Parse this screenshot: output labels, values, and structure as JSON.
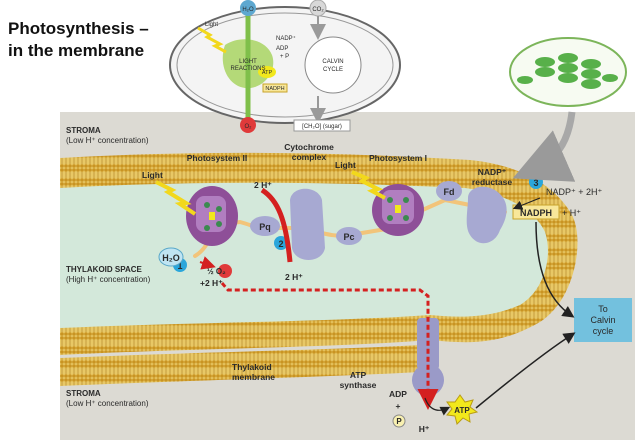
{
  "title": "Photosynthesis –\nin the membrane",
  "chloroplast_inset": {
    "h2o": "H₂O",
    "co2": "CO₂",
    "light": "Light",
    "nadp": "NADP⁺",
    "adp": "ADP",
    "pi": "+ P",
    "light_reactions": "LIGHT\nREACTIONS",
    "atp": "ATP",
    "nadph": "NADPH",
    "calvin_cycle": "CALVIN\nCYCLE",
    "o2": "O₂",
    "sugar": "[CH₂O] (sugar)"
  },
  "labels": {
    "stroma_top": "STROMA",
    "stroma_top_sub": "(Low H⁺ concentration)",
    "thylakoid_space": "THYLAKOID SPACE",
    "thylakoid_space_sub": "(High H⁺ concentration)",
    "stroma_bottom": "STROMA",
    "stroma_bottom_sub": "(Low H⁺ concentration)",
    "photosystem_ii": "Photosystem II",
    "cytochrome_complex": "Cytochrome\ncomplex",
    "photosystem_i": "Photosystem I",
    "nadp_reductase": "NADP⁺\nreductase",
    "light_1": "Light",
    "light_2": "Light",
    "two_h_top": "2 H⁺",
    "pq": "Pq",
    "pc": "Pc",
    "fd": "Fd",
    "h2o": "H₂O",
    "half_o2": "½ O₂",
    "plus_two_h": "+2 H⁺",
    "two_h_mid": "2 H⁺",
    "nadp_eq": "NADP⁺ + 2H⁺",
    "nadph": "NADPH",
    "plus_h": "+ H⁺",
    "to_calvin": "To\nCalvin\ncycle",
    "thylakoid_membrane": "Thylakoid\nmembrane",
    "atp_synthase": "ATP\nsynthase",
    "adp": "ADP",
    "plus": "+",
    "pi": "P",
    "atp": "ATP",
    "h_plus": "H⁺",
    "step_1": "1",
    "step_2": "2",
    "step_3": "3"
  },
  "colors": {
    "stroma": "#dcdad3",
    "membrane_head": "#e3b540",
    "thylakoid_space": "#d3e8da",
    "protein": "#9a9ac8",
    "photosystem": "#8e4f98",
    "electron_path": "#f2c47a",
    "proton_arrow": "#d42020",
    "calvin_box": "#73c1de",
    "step_circle": "#2aa6db",
    "atp_star": "#f2e81c",
    "nadph_box": "#f8e79a"
  }
}
